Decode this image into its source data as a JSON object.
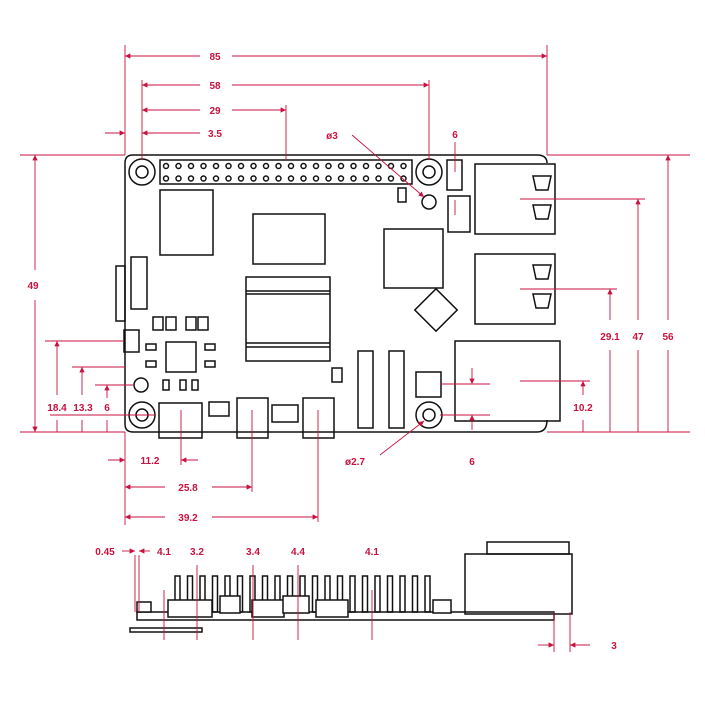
{
  "accent_color": "#c8123f",
  "top_view": {
    "width": "85",
    "hole_spacing_x": "58",
    "header_center": "29",
    "hole_offset_x": "3.5",
    "hole_diameter_top": "ø3",
    "hole_offset_top": "6",
    "height_left": "49",
    "usbc_y": "18.4",
    "hdmi_y": "13.3",
    "hole_offset_left": "6",
    "height_total": "56",
    "usb_upper": "47",
    "usb_lower": "29.1",
    "ethernet": "10.2",
    "hole_offset_bottom": "6",
    "hole_diameter_bottom": "ø2.7",
    "usbc_x": "11.2",
    "hdmi0_x": "25.8",
    "hdmi1_x": "39.2"
  },
  "side_view": {
    "pcb": "0.45",
    "usbc_height": "4.1",
    "usbc_width": "3.2",
    "hdmi0": "3.4",
    "hdmi_mid": "4.4",
    "audio": "4.1",
    "overhang": "3"
  }
}
